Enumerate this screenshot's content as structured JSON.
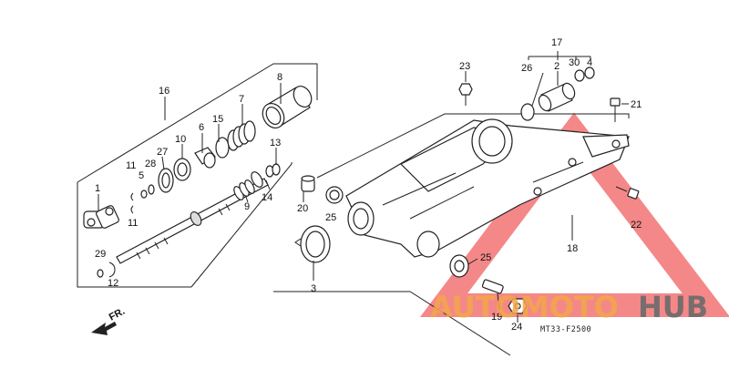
{
  "diagram": {
    "callouts": {
      "p1": "1",
      "p2": "2",
      "p3": "3",
      "p4": "4",
      "p5": "5",
      "p6": "6",
      "p7": "7",
      "p8": "8",
      "p9": "9",
      "p10": "10",
      "p11a": "11",
      "p11b": "11",
      "p12": "12",
      "p13": "13",
      "p14": "14",
      "p15": "15",
      "p16": "16",
      "p17": "17",
      "p18": "18",
      "p19": "19",
      "p20": "20",
      "p21": "21",
      "p22": "22",
      "p23": "23",
      "p24": "24",
      "p25a": "25",
      "p25b": "25",
      "p26": "26",
      "p27": "27",
      "p28": "28",
      "p29": "29",
      "p30": "30"
    },
    "direction_label": "FR.",
    "diagram_code": "MT33-F2500"
  },
  "watermark": {
    "brand_part1": "AUTOMOTO",
    "brand_part2": "HUB",
    "colors": {
      "triangle": "#f06060",
      "auto": "#f3a64a",
      "hub": "#6b6b6b"
    }
  }
}
